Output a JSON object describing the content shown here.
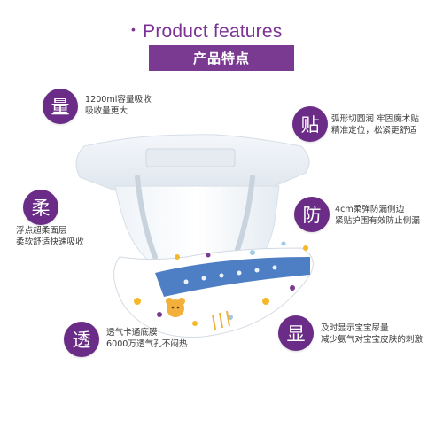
{
  "header": {
    "title_en": "Product features",
    "title_cn": "产品特点"
  },
  "features": [
    {
      "char": "量",
      "line1": "1200ml容量吸收",
      "line2": "吸收量更大"
    },
    {
      "char": "贴",
      "line1": "弧形切圆润  牢固魔术贴",
      "line2": "精准定位，松紧更舒适"
    },
    {
      "char": "柔",
      "line1": "浮点超柔面层",
      "line2": "柔软舒适快速吸收"
    },
    {
      "char": "防",
      "line1": "4cm柔弹防漏侧边",
      "line2": "紧贴护围有效防止侧漏"
    },
    {
      "char": "透",
      "line1": "透气卡通底膜",
      "line2": "6000万透气孔不闷热"
    },
    {
      "char": "显",
      "line1": "及时显示宝宝尿量",
      "line2": "减少氨气对宝宝皮肤的刺激"
    }
  ],
  "colors": {
    "brand_purple": "#7b3a92",
    "badge_purple": "#6a2c86",
    "indicator_blue": "#4e7fc4"
  }
}
